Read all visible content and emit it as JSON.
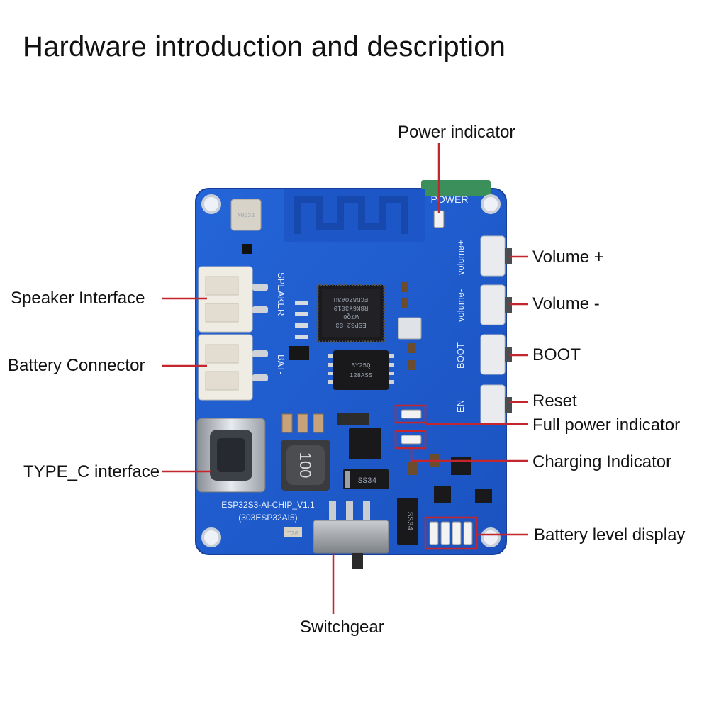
{
  "title": "Hardware introduction and description",
  "colors": {
    "pcb": "#1f5bd0",
    "pcb_dark": "#1848a8",
    "callout_line": "#c4262e"
  },
  "labels": {
    "power_indicator": "Power indicator",
    "speaker_interface": "Speaker Interface",
    "battery_connector": "Battery Connector",
    "type_c_interface": "TYPE_C interface",
    "volume_plus": "Volume +",
    "volume_minus": "Volume -",
    "boot": "BOOT",
    "reset": "Reset",
    "full_power_indicator": "Full power indicator",
    "charging_indicator": "Charging Indicator",
    "battery_level_display": "Battery level display",
    "switchgear": "Switchgear"
  },
  "silkscreen": {
    "power": "POWER",
    "volume_plus": "volume+",
    "volume_minus": "volume-",
    "boot": "BOOT",
    "en": "EN",
    "speaker": "SPEAKER",
    "bat": "BAT-",
    "board_name": "ESP32S3-AI-CHIP_V1.1",
    "board_code": "(303ESP32AI5)",
    "main_chip_l1": "ESP32-S3",
    "main_chip_l2": "W7Q0",
    "main_chip_l3": "R8K6Y3010",
    "main_chip_l4": "FCD8Z0A3U",
    "mem_chip_l1": "BY25Q",
    "mem_chip_l2": "128ASS",
    "inductor": "100",
    "diode": "SS34",
    "mic": "N0032",
    "t20": "T20"
  }
}
